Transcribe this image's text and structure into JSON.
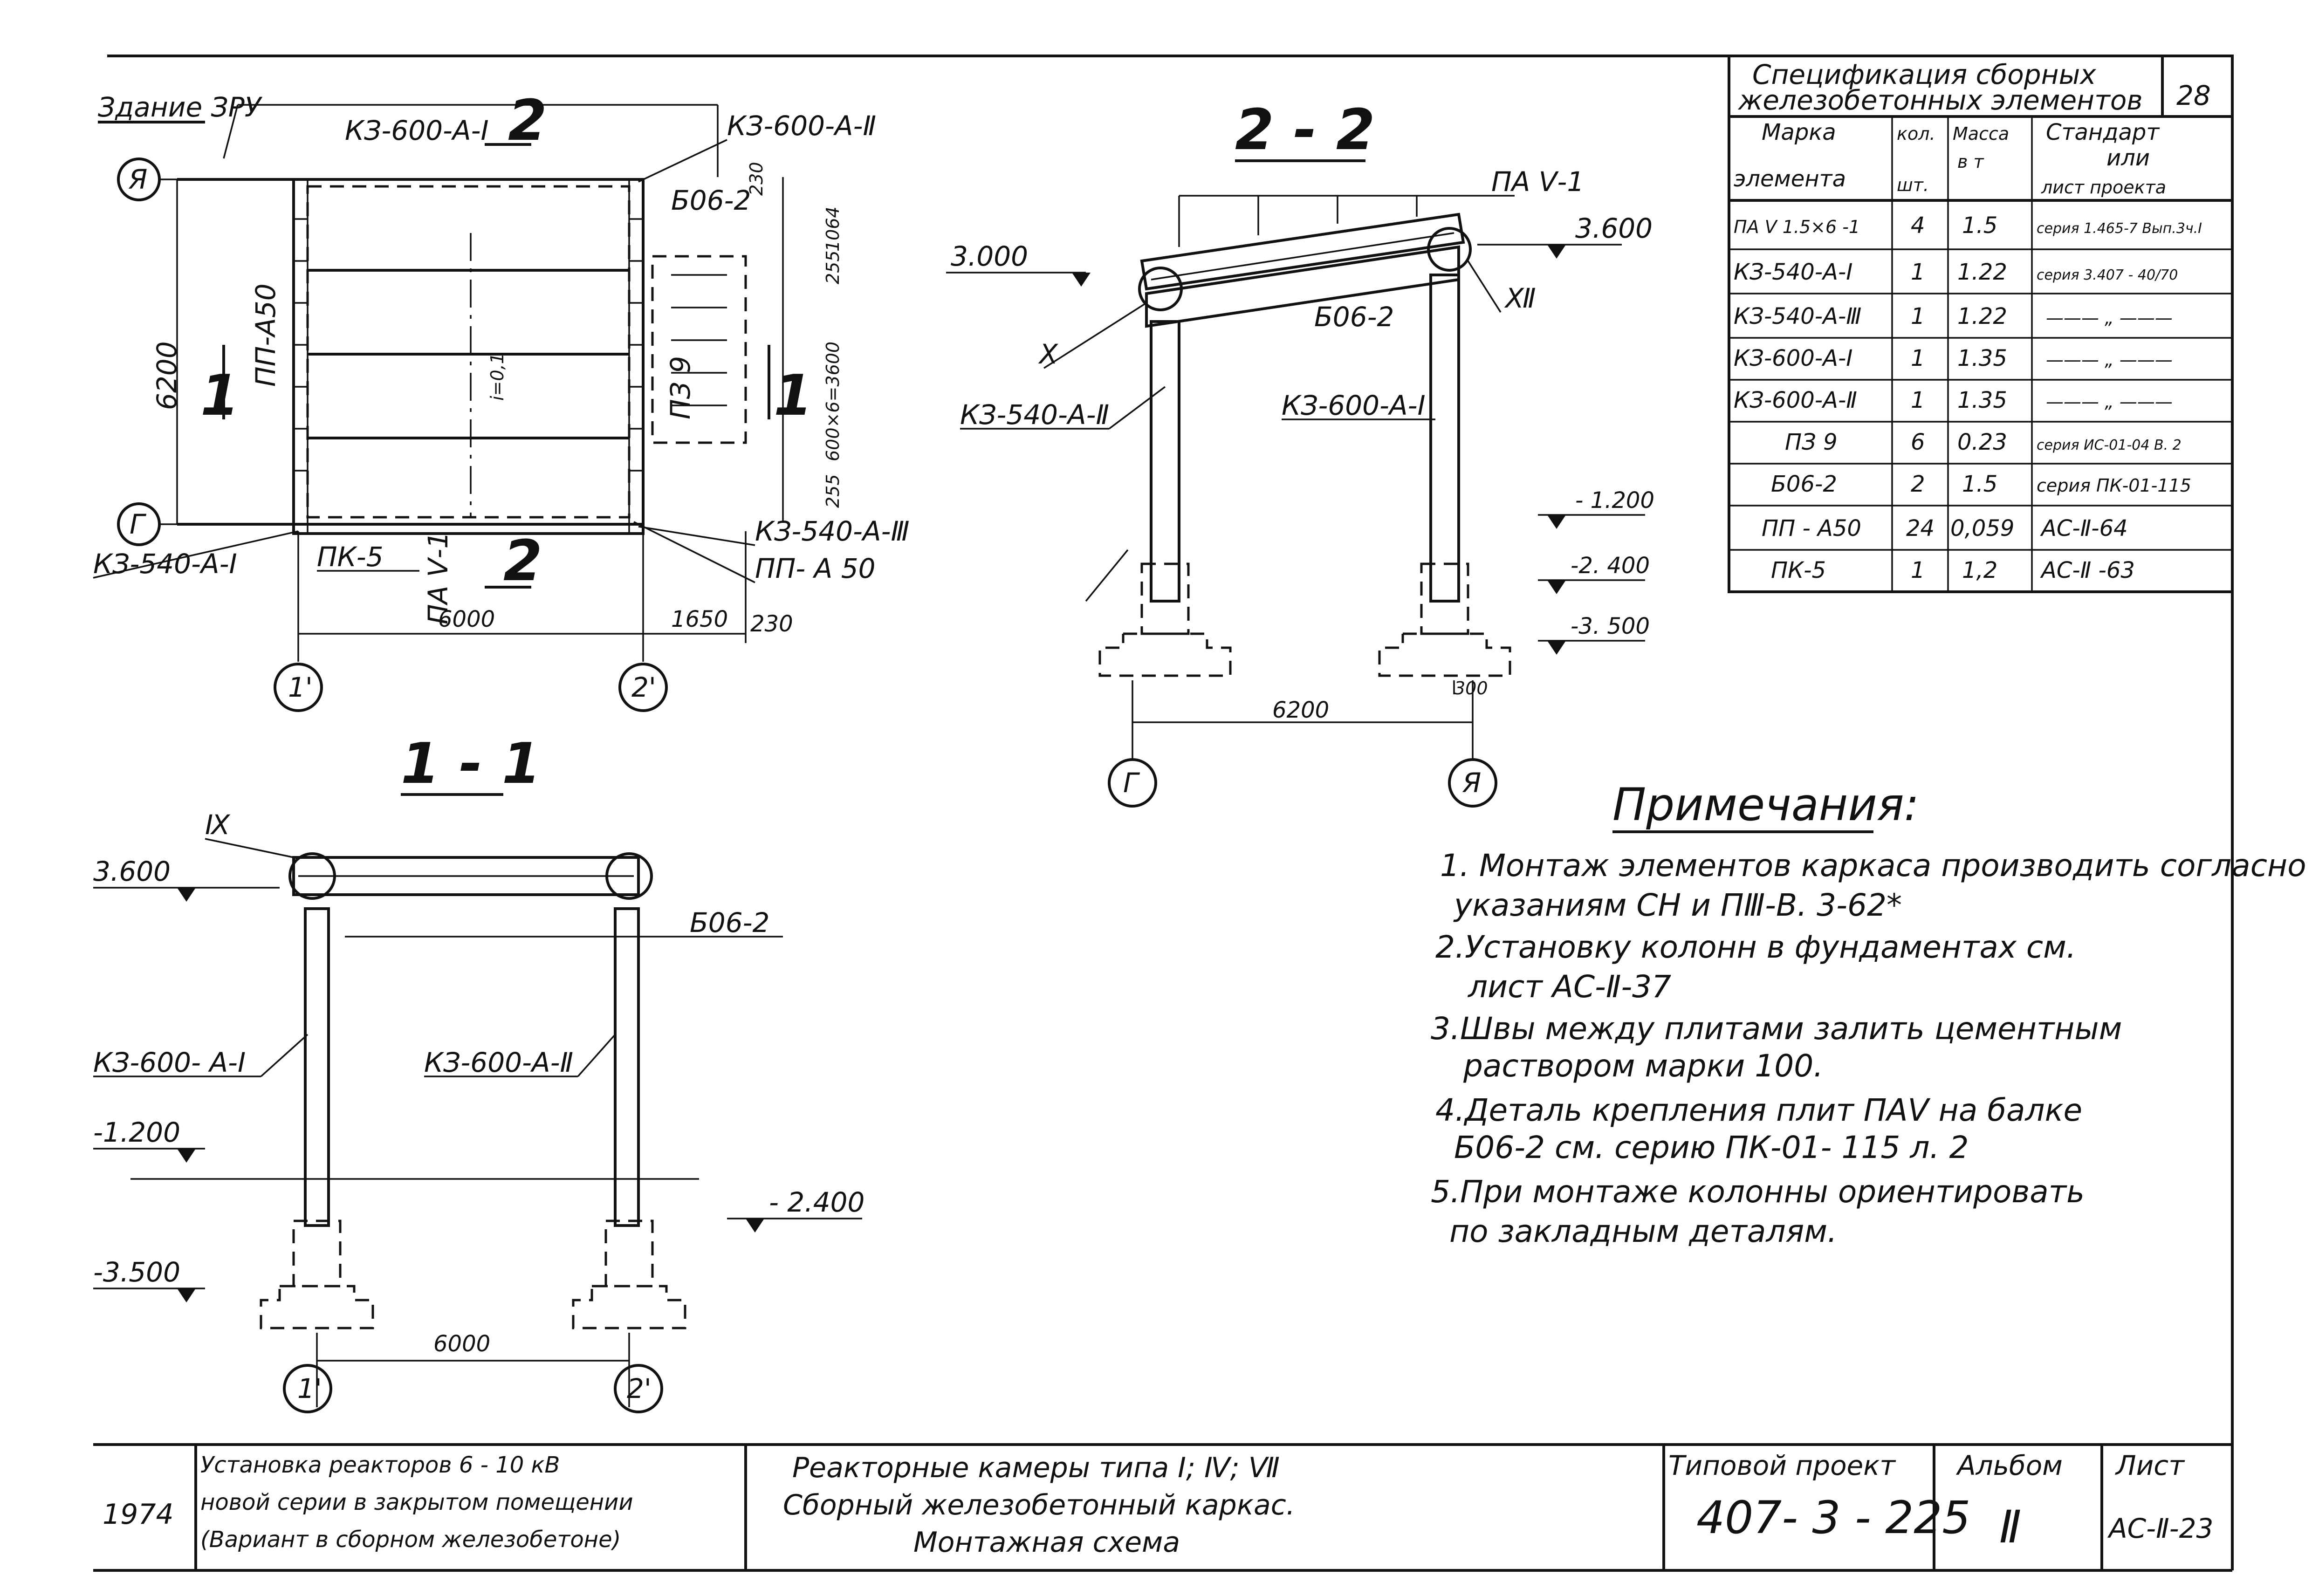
{
  "plan": {
    "zru_label": "Здание ЗРУ",
    "axis_ya": "Я",
    "axis_g": "Г",
    "axis_1": "1'",
    "axis_2": "2'",
    "cut2_label": "2",
    "cut2_label_b": "2",
    "cut1_label": "1",
    "cut1_label_b": "1",
    "kz600_a2": "КЗ-600-А-Ⅱ",
    "kz600_top": "КЗ-600-А-Ⅰ",
    "b06_2": "Б06-2",
    "pp_a50_left": "ПП-А50",
    "pz9": "ПЗ 9",
    "slope": "i=0,1",
    "kz540_a3": "КЗ-540-А-Ⅲ",
    "pp_a50_right": "ПП- А 50",
    "kz540_a1": "КЗ-540-А-Ⅰ",
    "pk5": "ПК-5",
    "pa_v1": "ПА Ⅴ-1",
    "dim_6200": "6200",
    "dim_6000": "6000",
    "dim_1650": "1650",
    "dim_230": "230",
    "dim_230_top": "230",
    "dim_1064": "1064",
    "dim_255_top": "255",
    "dim_3600": "600×6=3600",
    "dim_255_bot": "255"
  },
  "section22": {
    "title": "2 - 2",
    "pa_v1": "ПА Ⅴ-1",
    "level_3000": "3.000",
    "level_3600": "3.600",
    "node_x": "Ⅹ",
    "node_xii": "Ⅻ",
    "b06_2": "Б06-2",
    "kz540_a2": "КЗ-540-А-Ⅱ",
    "kz600_a1": "КЗ-600-А-Ⅰ",
    "level_m1200": "- 1.200",
    "level_m2400": "-2. 400",
    "level_m3500": "-3. 500",
    "dim_300": "300",
    "dim_6200": "6200",
    "axis_g": "Г",
    "axis_ya": "Я"
  },
  "section11": {
    "title": "1 - 1",
    "node_ix": "Ⅸ",
    "level_3600": "3.600",
    "b06_2": "Б06-2",
    "kz600_a1": "КЗ-600- А-Ⅰ",
    "kz600_a2": "КЗ-600-А-Ⅱ",
    "level_m1200": "-1.200",
    "level_m2400": "- 2.400",
    "level_m3500": "-3.500",
    "dim_6000": "6000",
    "axis_1": "1'",
    "axis_2": "2'"
  },
  "spec": {
    "title_line1": "Спецификация сборных",
    "title_line2": "железобетонных элементов",
    "sheet_no": "28",
    "headers": {
      "mark_1": "Марка",
      "mark_2": "элемента",
      "qty_1": "кол.",
      "qty_2": "шт.",
      "mass_1": "Масса",
      "mass_2": "в т",
      "std_1": "Стандарт",
      "std_2": "или",
      "std_3": "лист проекта"
    },
    "rows": [
      {
        "mark": "ПА Ⅴ 1.5×6 -1",
        "qty": "4",
        "mass": "1.5",
        "std": "серия 1.465-7 Вып.3ч.I"
      },
      {
        "mark": "КЗ-540-А-Ⅰ",
        "qty": "1",
        "mass": "1.22",
        "std": "серия 3.407 - 40/70"
      },
      {
        "mark": "КЗ-540-А-Ⅲ",
        "qty": "1",
        "mass": "1.22",
        "std": "——— „ ———"
      },
      {
        "mark": "КЗ-600-А-Ⅰ",
        "qty": "1",
        "mass": "1.35",
        "std": "——— „ ———"
      },
      {
        "mark": "КЗ-600-А-Ⅱ",
        "qty": "1",
        "mass": "1.35",
        "std": "——— „ ———"
      },
      {
        "mark": "ПЗ 9",
        "qty": "6",
        "mass": "0.23",
        "std": "серия ИС-01-04 В. 2"
      },
      {
        "mark": "Б06-2",
        "qty": "2",
        "mass": "1.5",
        "std": "серия ПК-01-115"
      },
      {
        "mark": "ПП - А50",
        "qty": "24",
        "mass": "0,059",
        "std": "АС-Ⅱ-64"
      },
      {
        "mark": "ПК-5",
        "qty": "1",
        "mass": "1,2",
        "std": "АС-Ⅱ -63"
      }
    ]
  },
  "notes": {
    "title": "Примечания:",
    "items": [
      {
        "line1": "1. Монтаж элементов каркаса производить согласно",
        "line2": "указаниям СН и ПⅢ-В. 3-62*"
      },
      {
        "line1": "2.Установку колонн в фундаментах см.",
        "line2": "лист АС-Ⅱ-37"
      },
      {
        "line1": "3.Швы между плитами залить цементным",
        "line2": "раствором марки 100."
      },
      {
        "line1": "4.Деталь крепления плит ПАⅤ на балке",
        "line2": "Б06-2 см. серию ПК-01- 115 л. 2"
      },
      {
        "line1": "5.При монтаже колонны ориентировать",
        "line2": "по закладным деталям."
      }
    ]
  },
  "title_block": {
    "year": "1974",
    "desc_line1": "Установка реакторов 6 - 10 кВ",
    "desc_line2": "новой серии в закрытом помещении",
    "desc_line3": "(Вариант в сборном железобетоне)",
    "main_line1": "Реакторные камеры типа Ⅰ; Ⅳ; Ⅶ",
    "main_line2": "Сборный железобетонный каркас.",
    "main_line3": "Монтажная схема",
    "project_label": "Типовой проект",
    "project_no": "407- 3 - 225",
    "album_label": "Альбом",
    "album_no": "Ⅱ",
    "sheet_label": "Лист",
    "sheet_no": "АС-Ⅱ-23"
  }
}
